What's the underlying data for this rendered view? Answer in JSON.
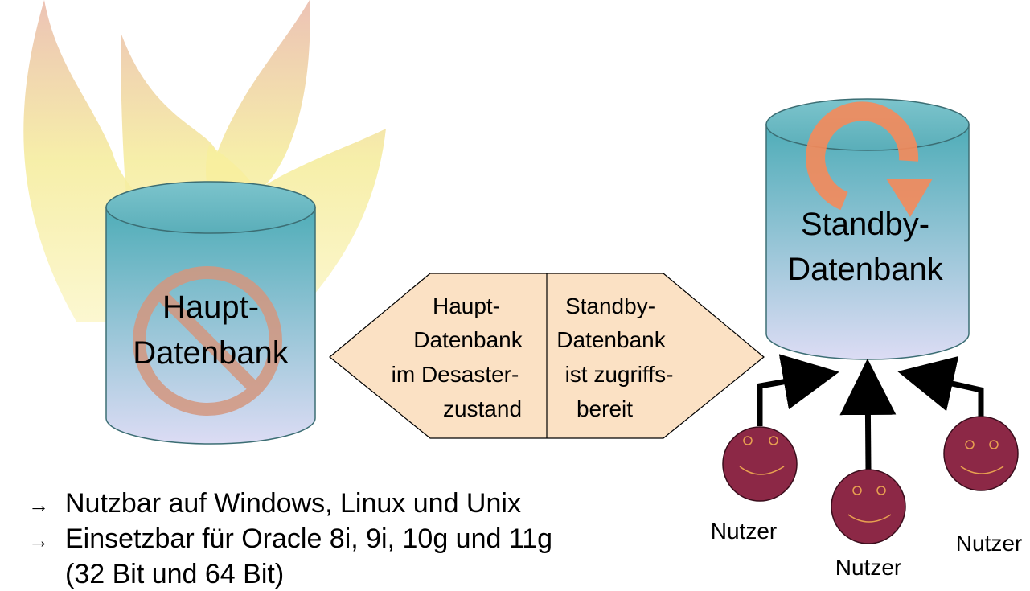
{
  "left_db": {
    "label_line1": "Haupt-",
    "label_line2": "Datenbank"
  },
  "right_db": {
    "label_line1": "Standby-",
    "label_line2": "Datenbank"
  },
  "status_box": {
    "left": [
      "Haupt-",
      "Datenbank",
      "im Desaster-",
      "zustand"
    ],
    "right": [
      "Standby-",
      "Datenbank",
      "ist zugriffs-",
      "bereit"
    ]
  },
  "users": {
    "left": "Nutzer",
    "center": "Nutzer",
    "right": "Nutzer"
  },
  "bullets": {
    "arrow": "→",
    "item1": "Nutzbar auf Windows, Linux und Unix",
    "item2": "Einsetzbar für Oracle 8i, 9i, 10g und 11g",
    "item3": "(32 Bit und 64 Bit)"
  },
  "colors": {
    "db_top": "#5fb3c0",
    "db_bottom": "#d8d8f0",
    "flame": "#f3f09a",
    "prohibit": "#d49a82",
    "refresh": "#f58a5a",
    "status_fill": "#fbe1c4",
    "user_face": "#8c2846",
    "user_features": "#e8a050"
  }
}
